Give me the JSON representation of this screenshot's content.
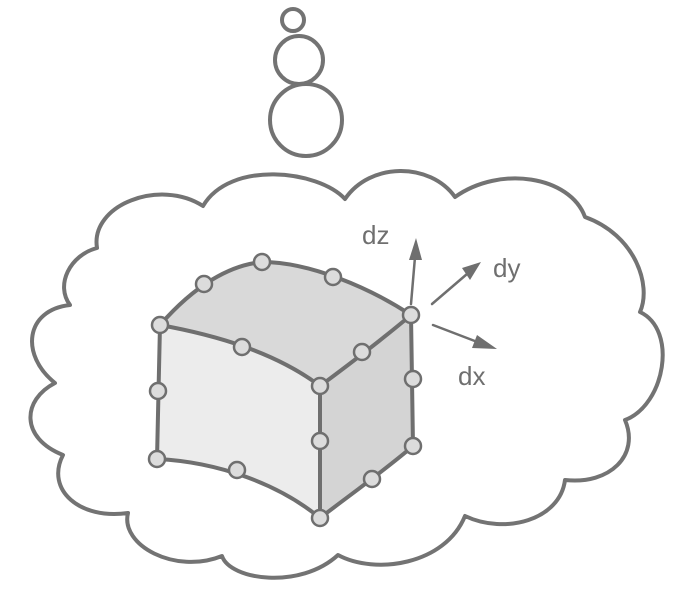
{
  "diagram": {
    "colors": {
      "stroke": "#737373",
      "top_face": "#d9d9d9",
      "front_face": "#ececec",
      "side_face": "#d4d4d4",
      "node_fill": "#dcdcdc"
    },
    "axes": {
      "dz": "dz",
      "dy": "dy",
      "dx": "dx"
    }
  }
}
